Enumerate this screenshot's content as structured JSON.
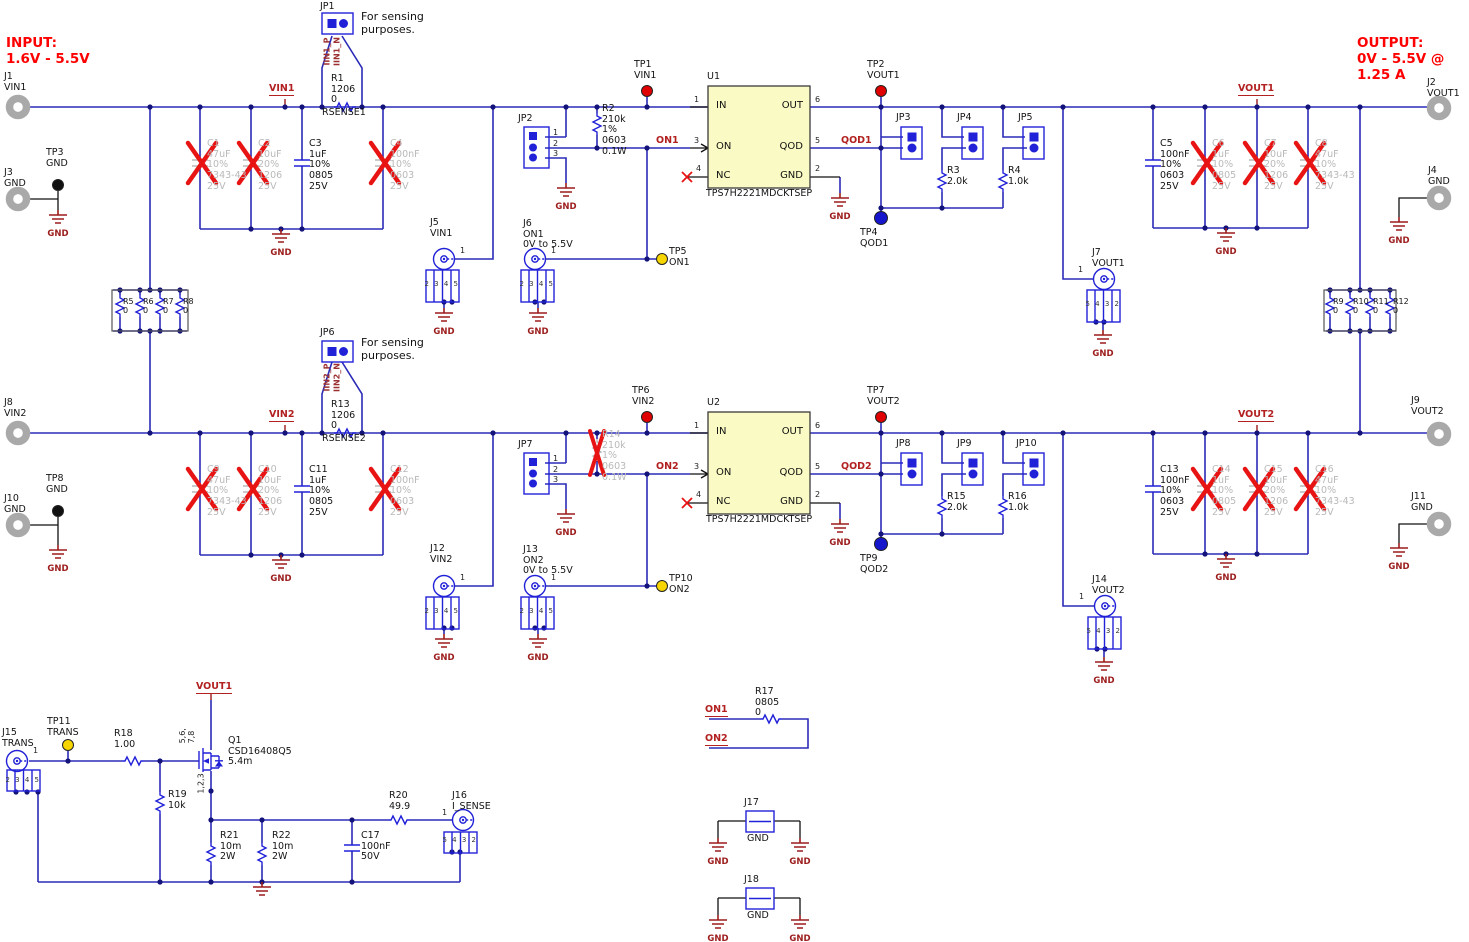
{
  "headers": {
    "input": "INPUT:\n1.6V - 5.5V",
    "output": "OUTPUT:\n0V - 5.5V @ 1.25 A"
  },
  "colors": {
    "wire": "#2b2bb8",
    "symbol": "#2121d8",
    "dnp_x": "#e81414",
    "net_label": "#b22020",
    "gnd": "#9c1c1c",
    "ic_fill": "#fafac4",
    "header": "#ff0000",
    "tp_red": "#e00000",
    "tp_yellow": "#f6d500",
    "tp_blue": "#1515cc"
  },
  "common": {
    "gnd": "GND",
    "sensing_note": "For sensing\npurposes.",
    "part": "TPS7H2221MDCKTSEP",
    "pin_in": "IN",
    "pin_out": "OUT",
    "pin_on": "ON",
    "pin_qod": "QOD",
    "pin_nc": "NC",
    "pin_gnd": "GND",
    "d1": "1",
    "d2": "2",
    "d3": "3",
    "d4": "4",
    "d5": "5",
    "d6": "6",
    "digits_2345": "2 3 4 5",
    "digits_5432": "5 4 3 2"
  },
  "ch1": {
    "j1": "J1\nVIN1",
    "j3": "J3\nGND",
    "tp3": "TP3\nGND",
    "jp1": "JP1",
    "iin_p": "IIN1_P",
    "iin_n": "IIN1_N",
    "r1": "R1\n1206\n0",
    "rsense": "RSENSE1",
    "vin": "VIN1",
    "c1": "C1\n47uF\n10%\n7343-43\n25V",
    "c2": "C2\n10uF\n20%\n1206\n25V",
    "c3": "C3\n1uF\n10%\n0805\n25V",
    "c4": "C4\n100nF\n10%\n0603\n25V",
    "r5": "R5\n0",
    "r6": "R6\n0",
    "r7": "R7\n0",
    "r8": "R8\n0",
    "j5": "J5\nVIN1",
    "j6": "J6\nON1\n0V to 5.5V",
    "tp5": "TP5\nON1",
    "jp2": "JP2",
    "r2": "R2\n210k\n1%\n0603\n0.1W",
    "tp1": "TP1\nVIN1",
    "on": "ON1",
    "u": "U1",
    "tp2": "TP2\nVOUT1",
    "qod": "QOD1",
    "jp3": "JP3",
    "jp4": "JP4",
    "jp5": "JP5",
    "r3": "R3\n2.0k",
    "r4": "R4\n1.0k",
    "tp4": "TP4\nQOD1",
    "j7": "J7\nVOUT1",
    "c5": "C5\n100nF\n10%\n0603\n25V",
    "c6": "C6\n1uF\n10%\n0805\n25V",
    "c7": "C7\n10uF\n20%\n1206\n25V",
    "c8": "C8\n47uF\n10%\n7343-43\n25V",
    "vout": "VOUT1",
    "j2": "J2\nVOUT1",
    "j4": "J4\nGND",
    "r9": "R9\n0",
    "r10": "R10\n0",
    "r11": "R11\n0",
    "r12": "R12\n0"
  },
  "ch2": {
    "j8": "J8\nVIN2",
    "j10": "J10\nGND",
    "tp8": "TP8\nGND",
    "jp6": "JP6",
    "iin_p": "IIN2_P",
    "iin_n": "IIN2_N",
    "r13": "R13\n1206\n0",
    "rsense": "RSENSE2",
    "vin": "VIN2",
    "c9": "C9\n47uF\n10%\n7343-43\n25V",
    "c10": "C10\n10uF\n20%\n1206\n25V",
    "c11": "C11\n1uF\n10%\n0805\n25V",
    "c12": "C12\n100nF\n10%\n0603\n25V",
    "j12": "J12\nVIN2",
    "j13": "J13\nON2\n0V to 5.5V",
    "tp10": "TP10\nON2",
    "jp7": "JP7",
    "r14": "R14\n210k\n1%\n0603\n0.1W",
    "tp6": "TP6\nVIN2",
    "on": "ON2",
    "u": "U2",
    "tp7": "TP7\nVOUT2",
    "qod": "QOD2",
    "jp8": "JP8",
    "jp9": "JP9",
    "jp10": "JP10",
    "r15": "R15\n2.0k",
    "r16": "R16\n1.0k",
    "tp9": "TP9\nQOD2",
    "j14": "J14\nVOUT2",
    "c13": "C13\n100nF\n10%\n0603\n25V",
    "c14": "C14\n1uF\n10%\n0805\n25V",
    "c15": "C15\n10uF\n20%\n1206\n25V",
    "c16": "C16\n47uF\n10%\n7343-43\n25V",
    "vout": "VOUT2",
    "j9": "J9\nVOUT2",
    "j11": "J11\nGND"
  },
  "bottom": {
    "vout1": "VOUT1",
    "j15": "J15\nTRANS",
    "tp11": "TP11\nTRANS",
    "r18": "R18\n1.00",
    "q1": "Q1\nCSD16408Q5\n5.4m",
    "q1_pins_top": "5,6,\n7,8",
    "q1_pins_bottom": "1,2,3",
    "r19": "R19\n10k",
    "r21": "R21\n10m\n2W",
    "r22": "R22\n10m\n2W",
    "c17": "C17\n100nF\n50V",
    "r20": "R20\n49.9",
    "j16": "J16\nI_SENSE",
    "r17": "R17\n0805\n0",
    "on1": "ON1",
    "on2": "ON2",
    "j17": "J17",
    "j18": "J18"
  }
}
